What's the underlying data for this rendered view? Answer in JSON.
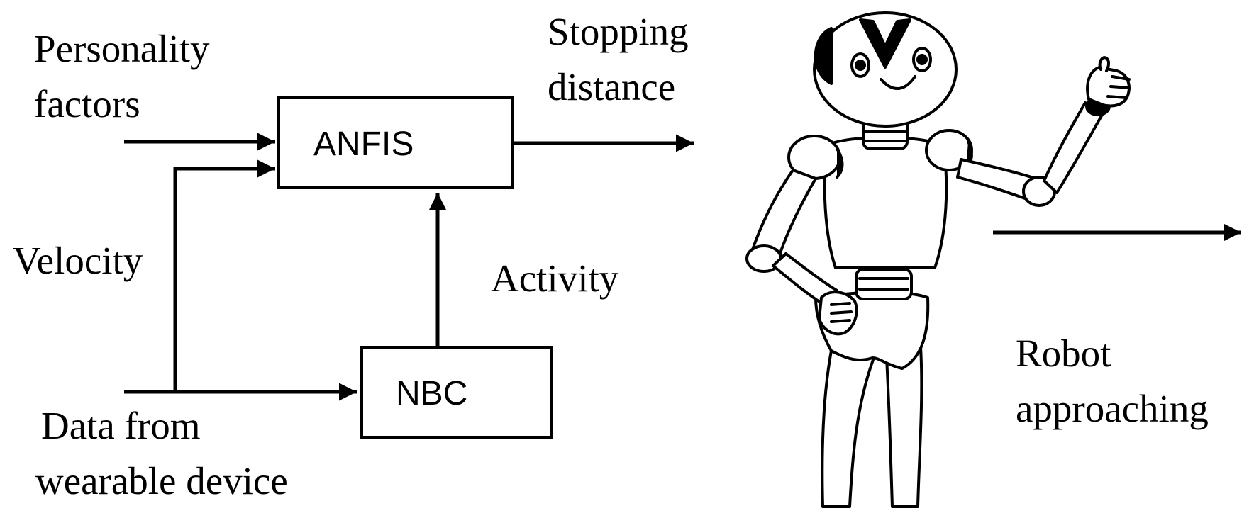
{
  "diagram": {
    "inputs": {
      "personality": [
        "Personality",
        "factors"
      ],
      "velocity": "Velocity",
      "wearable": [
        "Data from",
        "wearable device"
      ]
    },
    "blocks": {
      "anfis": "ANFIS",
      "nbc": "NBC"
    },
    "signals": {
      "activity": "Activity",
      "output": [
        "Stopping",
        "distance"
      ]
    },
    "robot": {
      "motion_label": [
        "Robot",
        "approaching"
      ]
    }
  }
}
